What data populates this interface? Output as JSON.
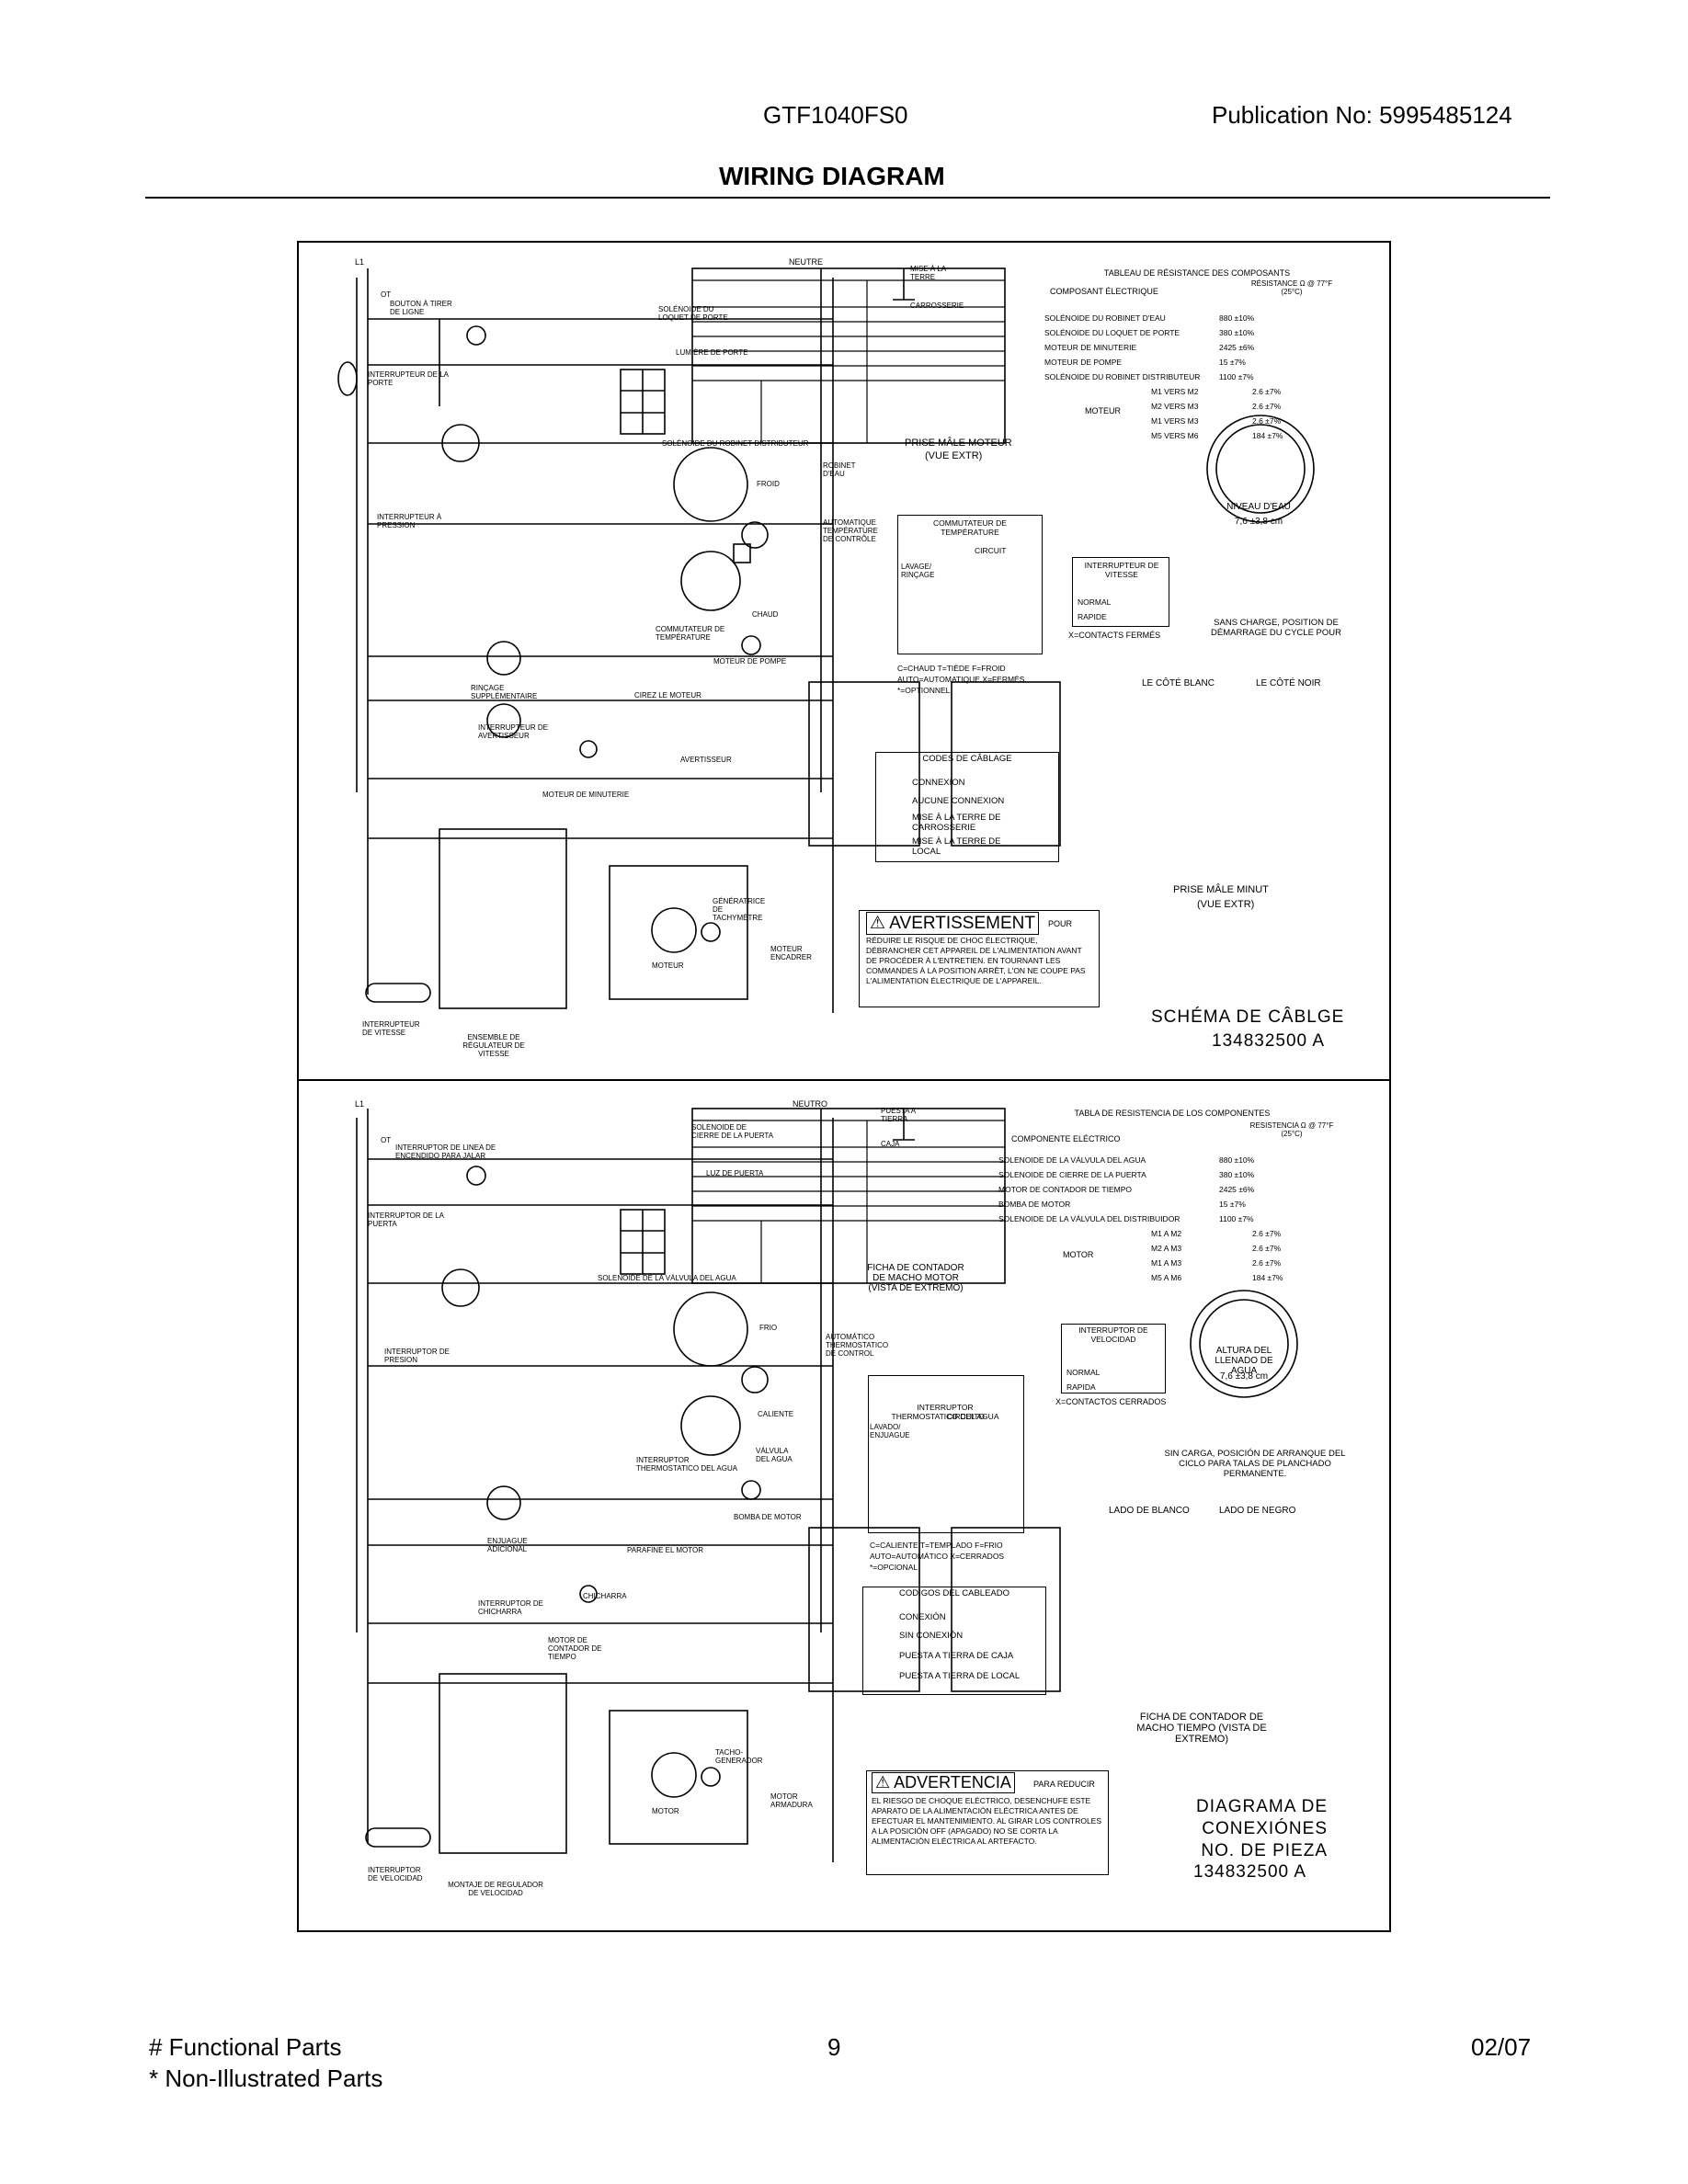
{
  "header": {
    "model": "GTF1040FS0",
    "publication": "Publication No:  5995485124",
    "title": "WIRING DIAGRAM"
  },
  "fr": {
    "L1": "L1",
    "neutre": "NEUTRE",
    "ot": "OT",
    "bouton": "BOUTON À TIRER DE LIGNE",
    "solenoide_loquet": "SOLÉNOIDE DU LOQUET DE PORTE",
    "lumiere": "LUMIÈRE DE PORTE",
    "int_porte": "INTERRUPTEUR DE LA PORTE",
    "sol_robinet": "SOLÉNOIDE DU ROBINET DISTRIBUTEUR",
    "robinet_eau": "ROBINET D'EAU",
    "froid": "FROID",
    "chaud": "CHAUD",
    "int_pression": "INTERRUPTEUR À PRESSION",
    "commutateur_temp": "COMMUTATEUR DE TEMPÉRATURE",
    "auto_temp": "AUTOMATIQUE TEMPÉRATURE DE CONTRÔLE",
    "moteur_pompe": "MOTEUR DE POMPE",
    "rincage": "RINÇAGE SUPPLÉMENTAIRE",
    "cirez": "CIREZ LE MOTEUR",
    "int_avert": "INTERRUPTEUR DE AVERTISSEUR",
    "avertisseur": "AVERTISSEUR",
    "moteur_minuterie": "MOTEUR DE MINUTERIE",
    "generatrice": "GÉNÉRATRICE DE TACHYMÈTRE",
    "moteur": "MOTEUR",
    "moteur_encadrer": "MOTEUR ENCADRER",
    "int_vitesse": "INTERRUPTEUR DE VITESSE",
    "ensemble": "ENSEMBLE DE RÉGULATEUR DE VITESSE",
    "mise_terre": "MISE À LA TERRE",
    "carrosserie": "CARROSSERIE",
    "prise_moteur": "PRISE MÂLE MOTEUR",
    "vue_extr": "(VUE EXTR)",
    "table_title": "TABLEAU DE RÉSISTANCE DES COMPOSANTS",
    "col_comp": "COMPOSANT ÉLECTRIQUE",
    "col_res": "RÉSISTANCE Ω @ 77°F (25°C)",
    "rows": [
      [
        "SOLÉNOIDE DU ROBINET D'EAU",
        "880 ±10%"
      ],
      [
        "SOLÉNOIDE DU LOQUET DE PORTE",
        "380 ±10%"
      ],
      [
        "MOTEUR DE MINUTERIE",
        "2425 ±6%"
      ],
      [
        "MOTEUR DE POMPE",
        "15 ±7%"
      ],
      [
        "SOLÉNOIDE DU ROBINET DISTRIBUTEUR",
        "1100 ±7%"
      ]
    ],
    "motor_label": "MOTEUR",
    "motor_rows": [
      [
        "M1 VERS M2",
        "2.6 ±7%"
      ],
      [
        "M2 VERS M3",
        "2.6 ±7%"
      ],
      [
        "M1 VERS M3",
        "2.6 ±7%"
      ],
      [
        "M5 VERS M6",
        "184 ±7%"
      ]
    ],
    "commutateur_table": "COMMUTATEUR DE TEMPÉRATURE",
    "circuit": "CIRCUIT",
    "lavage": "LAVAGE/ RINÇAGE",
    "legend_temp": "C=CHAUD  T=TIÈDE  F=FROID",
    "legend_auto": "AUTO=AUTOMATIQUE  X=FERMÉS",
    "legend_opt": "*=OPTIONNEL",
    "int_vit_table": "INTERRUPTEUR DE VITESSE",
    "normal": "NORMAL",
    "rapide": "RAPIDE",
    "contacts": "X=CONTACTS FERMÉS",
    "niveau": "NIVEAU D'EAU",
    "niveau_val": "7,6 ±3,8 cm",
    "sans_charge": "SANS CHARGE, POSITION DE DÉMARRAGE DU CYCLE POUR",
    "cote_blanc": "LE CÔTÉ BLANC",
    "cote_noir": "LE CÔTÉ NOIR",
    "prise_minut": "PRISE MÂLE MINUT",
    "codes": "CODES DE CÂBLAGE",
    "connexion": "CONNEXION",
    "aucune": "AUCUNE CONNEXION",
    "mise_carrosserie": "MISE À LA TERRE DE CARROSSERIE",
    "mise_local": "MISE À LA TERRE DE LOCAL",
    "warning": "AVERTISSEMENT",
    "warning_pour": "POUR",
    "warning_text": "RÉDUIRE LE RISQUE DE CHOC ÉLECTRIQUE, DÉBRANCHER CET APPAREIL DE L'ALIMENTATION AVANT DE PROCÉDER À L'ENTRETIEN. EN TOURNANT LES COMMANDES À LA POSITION ARRÊT, L'ON NE COUPE PAS L'ALIMENTATION ÉLECTRIQUE DE L'APPAREIL.",
    "schema": "SCHÉMA DE CÂBLGE",
    "part_no": "134832500 A"
  },
  "es": {
    "L1": "L1",
    "neutro": "NEUTRO",
    "ot": "OT",
    "interruptor_linea": "INTERRUPTOR DE LINEA DE ENCENDIDO PARA JALAR",
    "sol_cierre": "SOLENOIDE DE CIERRE DE LA PUERTA",
    "luz": "LUZ DE PUERTA",
    "int_puerta": "INTERRUPTOR DE LA PUERTA",
    "sol_valvula": "SOLENOIDE DE LA VÁLVULA DEL AGUA",
    "frio": "FRIO",
    "caliente": "CALIENTE",
    "int_presion": "INTERRUPTOR DE PRESION",
    "int_termostatico": "INTERRUPTOR THERMOSTATICO DEL AGUA",
    "auto_termostato": "AUTOMÁTICO THERMOSTATICO DE CONTROL",
    "valvula": "VÁLVULA DEL AGUA",
    "bomba": "BOMBA DE MOTOR",
    "enjuague": "ENJUAGUE ADICIONAL",
    "parafine": "PARAFINE EL MOTOR",
    "int_chicharra": "INTERRUPTOR DE CHICHARRA",
    "chicharra": "CHICHARRA",
    "motor_contador": "MOTOR DE CONTADOR DE TIEMPO",
    "tacho": "TACHO- GENERADOR",
    "motor": "MOTOR",
    "motor_armadura": "MOTOR ARMADURA",
    "int_velocidad": "INTERRUPTOR DE VELOCIDAD",
    "montaje": "MONTAJE DE REGULADOR DE VELOCIDAD",
    "puesta_tierra": "PUESTA A TIERRA",
    "caja": "CAJA",
    "ficha_motor": "FICHA DE CONTADOR DE MACHO MOTOR (VISTA DE EXTREMO)",
    "table_title": "TABLA DE RESISTENCIA DE LOS COMPONENTES",
    "col_comp": "COMPONENTE ELÉCTRICO",
    "col_res": "RESISTENCIA Ω @ 77°F (25°C)",
    "rows": [
      [
        "SOLENOIDE DE LA VÁLVULA DEL AGUA",
        "880 ±10%"
      ],
      [
        "SOLENOIDE DE CIERRE DE LA PUERTA",
        "380 ±10%"
      ],
      [
        "MOTOR DE CONTADOR DE TIEMPO",
        "2425 ±6%"
      ],
      [
        "BOMBA DE MOTOR",
        "15 ±7%"
      ],
      [
        "SOLENOIDE DE LA VÁLVULA DEL DISTRIBUIDOR",
        "1100 ±7%"
      ]
    ],
    "motor_label": "MOTOR",
    "motor_rows": [
      [
        "M1 A M2",
        "2.6 ±7%"
      ],
      [
        "M2 A M3",
        "2.6 ±7%"
      ],
      [
        "M1 A M3",
        "2.6 ±7%"
      ],
      [
        "M5 A M6",
        "184 ±7%"
      ]
    ],
    "circuito": "CIRCUITO",
    "lavado": "LAVADO/ ENJUAGUE",
    "legend_temp": "C=CALIENTE  T=TEMPLADO  F=FRIO",
    "legend_auto": "AUTO=AUTOMÁTICO  X=CERRADOS",
    "legend_opt": "*=OPCIONAL",
    "int_vel_table": "INTERRUPTOR DE VELOCIDAD",
    "normal": "NORMAL",
    "rapida": "RAPIDA",
    "contactos": "X=CONTACTOS CERRADOS",
    "altura": "ALTURA DEL LLENADO DE AGUA",
    "altura_val": "7,6 ±3,8 cm",
    "sin_carga": "SIN CARGA, POSICIÓN DE ARRANQUE DEL CICLO PARA TALAS DE PLANCHADO PERMANENTE.",
    "lado_blanco": "LADO DE BLANCO",
    "lado_negro": "LADO DE NEGRO",
    "ficha_tiempo": "FICHA DE CONTADOR DE MACHO TIEMPO (VISTA DE EXTREMO)",
    "codigos": "CODIGOS DEL CABLEADO",
    "conexion": "CONEXIÓN",
    "sin_conexion": "SIN CONEXIÓN",
    "puesta_caja": "PUESTA A TIERRA DE CAJA",
    "puesta_local": "PUESTA A TIERRA DE LOCAL",
    "warning": "ADVERTENCIA",
    "warning_para": "PARA REDUCIR",
    "warning_text": "EL RIESGO DE CHOQUE ELÉCTRICO, DESENCHUFE ESTE APARATO DE LA ALIMENTACIÓN ELÉCTRICA ANTES DE EFECTUAR EL MANTENIMIENTO. AL GIRAR LOS CONTROLES A LA POSICIÓN OFF (APAGADO) NO SE CORTA LA ALIMENTACIÓN ELÉCTRICA AL ARTEFACTO.",
    "diagrama": "DIAGRAMA DE CONEXIÓNES NO. DE PIEZA",
    "part_no": "134832500 A"
  },
  "footer": {
    "functional": "# Functional Parts",
    "non_illustrated": "* Non-Illustrated Parts",
    "page": "9",
    "date": "02/07"
  }
}
